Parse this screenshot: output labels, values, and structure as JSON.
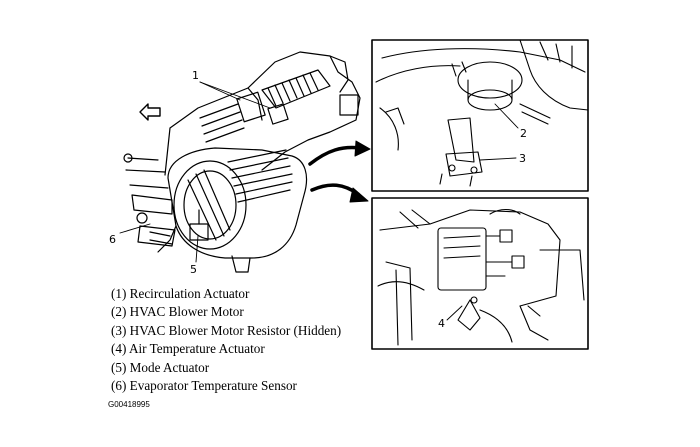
{
  "callouts": {
    "main": {
      "c1": "1",
      "c5": "5",
      "c6": "6"
    },
    "top_inset": {
      "c2": "2",
      "c3": "3"
    },
    "bottom_inset": {
      "c4": "4"
    }
  },
  "legend": [
    "(1) Recirculation Actuator",
    "(2) HVAC Blower Motor",
    "(3) HVAC Blower Motor Resistor (Hidden)",
    "(4) Air Temperature Actuator",
    "(5) Mode Actuator",
    "(6) Evaporator Temperature Sensor"
  ],
  "figure_code": "G00418995"
}
